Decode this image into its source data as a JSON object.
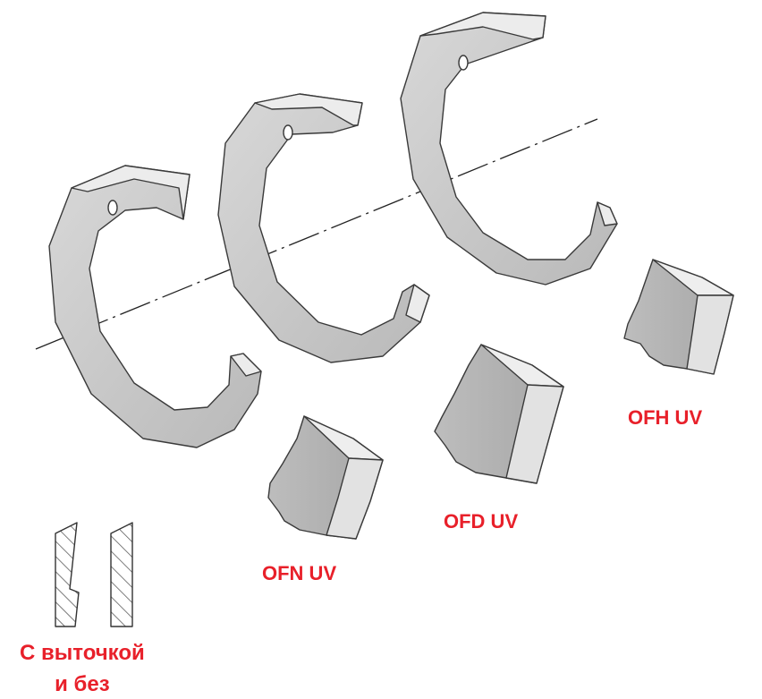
{
  "labels": {
    "ofn": "OFN UV",
    "ofd": "OFD UV",
    "ofh": "OFH UV",
    "section_line1": "С выточкой",
    "section_line2": "и без"
  },
  "colors": {
    "label": "#e8202a",
    "metal_face": "#c8c8c8",
    "metal_side": "#e9e9e9",
    "outline": "#3a3a3a"
  }
}
